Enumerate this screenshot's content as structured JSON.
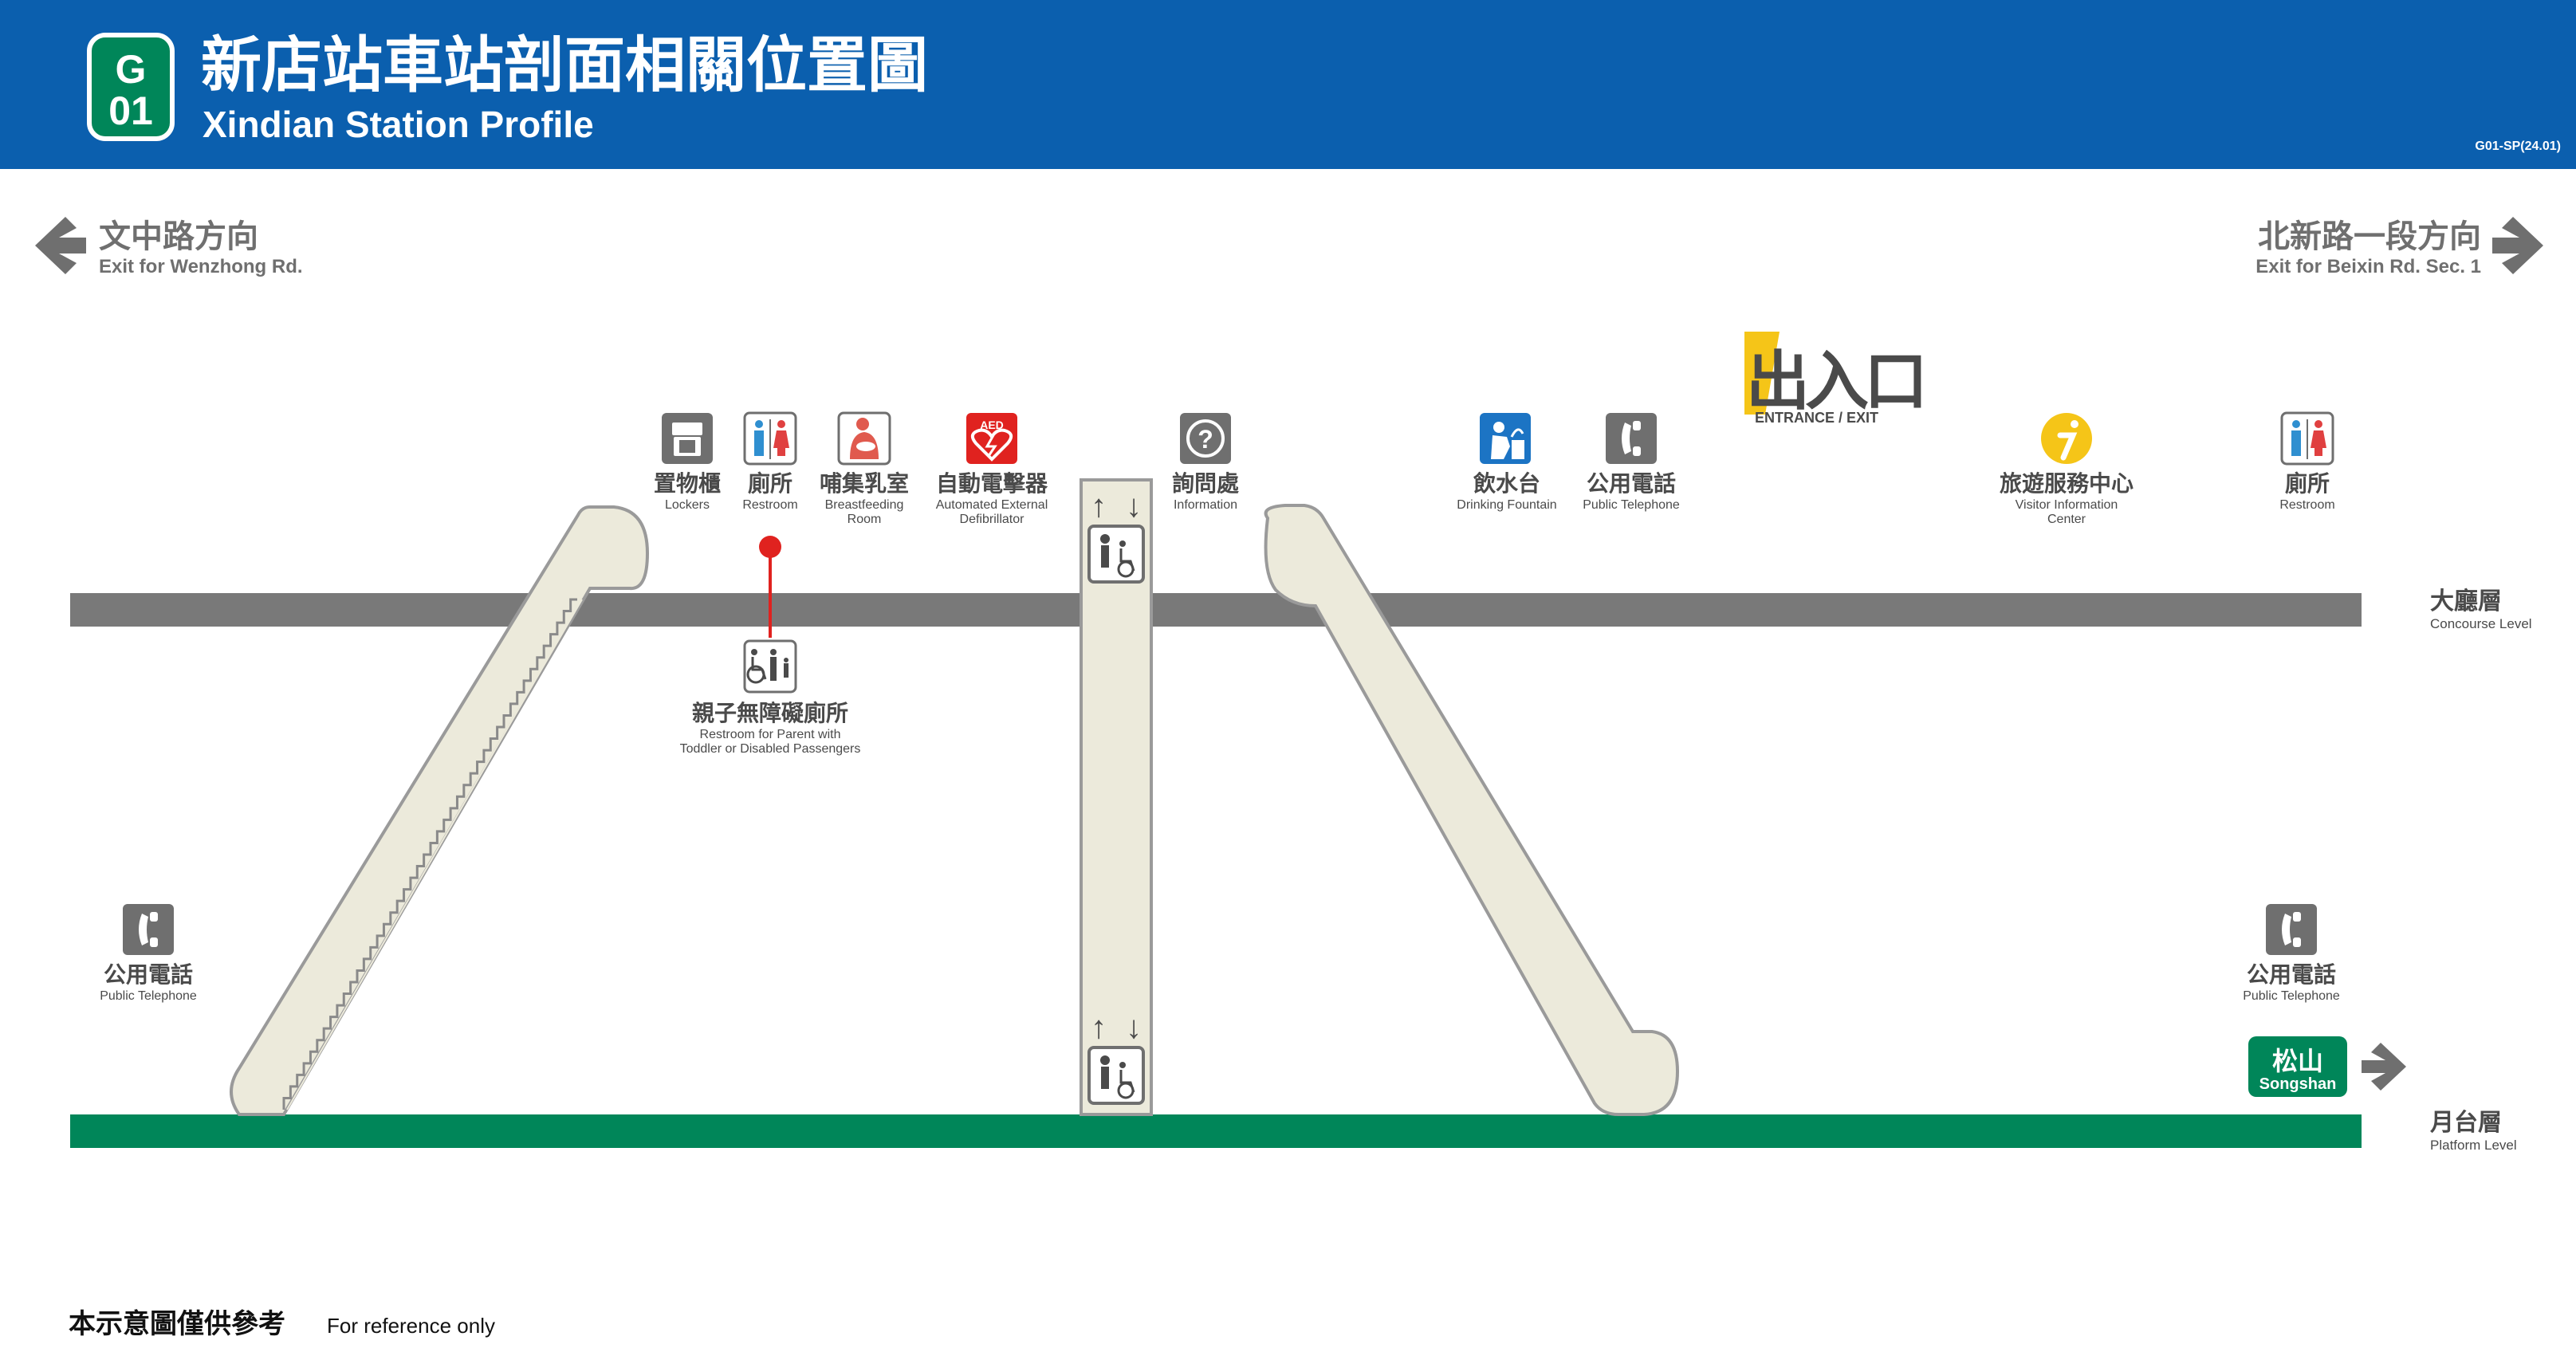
{
  "header": {
    "badge_line1": "G",
    "badge_line2": "01",
    "title_zh": "新店站車站剖面相關位置圖",
    "title_en": "Xindian Station Profile",
    "code": "G01-SP(24.01)"
  },
  "directions": {
    "left": {
      "zh": "文中路方向",
      "en": "Exit for Wenzhong Rd."
    },
    "right": {
      "zh": "北新路一段方向",
      "en": "Exit for Beixin Rd. Sec. 1"
    }
  },
  "exit_sign": {
    "zh": "出入口",
    "en": "ENTRANCE / EXIT"
  },
  "concourse_facilities": {
    "lockers": {
      "zh": "置物櫃",
      "en": "Lockers"
    },
    "restroom_left": {
      "zh": "廁所",
      "en": "Restroom"
    },
    "breastfeeding": {
      "zh": "哺集乳室",
      "en1": "Breastfeeding",
      "en2": "Room"
    },
    "aed": {
      "zh": "自動電擊器",
      "en1": "Automated External",
      "en2": "Defibrillator",
      "icon_text": "AED"
    },
    "information": {
      "zh": "詢問處",
      "en": "Information"
    },
    "drinking": {
      "zh": "飲水台",
      "en": "Drinking Fountain"
    },
    "telephone_top": {
      "zh": "公用電話",
      "en": "Public Telephone"
    },
    "visitor_center": {
      "zh": "旅遊服務中心",
      "en1": "Visitor Information",
      "en2": "Center"
    },
    "restroom_right": {
      "zh": "廁所",
      "en": "Restroom"
    }
  },
  "accessible_restroom": {
    "zh": "親子無障礙廁所",
    "en1": "Restroom for Parent with",
    "en2": "Toddler or Disabled Passengers"
  },
  "levels": {
    "concourse": {
      "zh": "大廳層",
      "en": "Concourse Level"
    },
    "platform": {
      "zh": "月台層",
      "en": "Platform Level"
    }
  },
  "platform_facilities": {
    "telephone_left": {
      "zh": "公用電話",
      "en": "Public Telephone"
    },
    "telephone_right": {
      "zh": "公用電話",
      "en": "Public Telephone"
    }
  },
  "train_direction": {
    "zh": "松山",
    "en": "Songshan"
  },
  "footnote": {
    "zh": "本示意圖僅供參考",
    "en": "For reference only"
  },
  "colors": {
    "header_blue": "#0B5FAE",
    "line_green": "#008659",
    "concourse_gray": "#797979",
    "escalator_cream": "#ECEADB",
    "aed_red": "#E0221F",
    "info_yellow": "#F5C518",
    "drink_blue": "#1C74C4",
    "icon_gray": "#6F6F6F"
  },
  "icons": [
    "locker-icon",
    "restroom-icon",
    "breastfeeding-icon",
    "aed-heart-icon",
    "question-icon",
    "drinking-fountain-icon",
    "telephone-icon",
    "visitor-info-icon",
    "wheelchair-icon",
    "elevator-icon",
    "arrow-left-icon",
    "arrow-right-icon"
  ]
}
